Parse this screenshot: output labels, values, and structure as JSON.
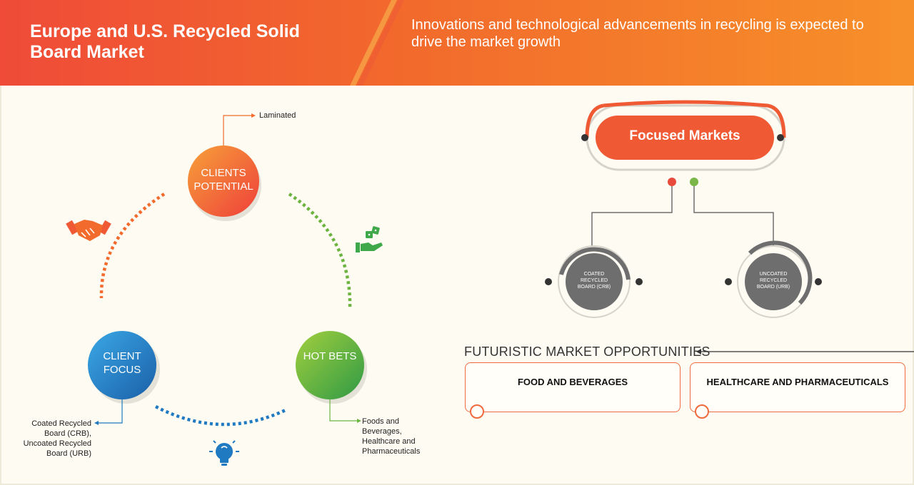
{
  "header": {
    "title": "Europe and U.S. Recycled Solid Board Market",
    "tagline": "Innovations and technological advancements in recycling is expected to drive the market growth"
  },
  "cycle": {
    "clients_potential": {
      "label": "CLIENTS POTENTIAL",
      "annotation": "Laminated"
    },
    "hot_bets": {
      "label": "HOT BETS",
      "annotation": "Foods and Beverages, Healthcare and Pharmaceuticals"
    },
    "client_focus": {
      "label": "CLIENT FOCUS",
      "annotation": "Coated Recycled Board (CRB), Uncoated Recycled Board (URB)"
    }
  },
  "icons": [
    "handshake-icon",
    "dice-hand-icon",
    "lightbulb-icon"
  ],
  "focused_markets": {
    "title": "Focused Markets",
    "items": [
      {
        "label": "COATED RECYCLED BOARD (CRB)",
        "dot_color": "#e84b3c"
      },
      {
        "label": "UNCOATED RECYCLED BOARD (URB)",
        "dot_color": "#7ab648"
      }
    ]
  },
  "opportunities": {
    "title": "FUTURISTIC MARKET OPPORTUNITIES",
    "items": [
      "FOOD AND BEVERAGES",
      "HEALTHCARE AND PHARMACEUTICALS"
    ]
  },
  "colors": {
    "orange": "#f26a2c",
    "red": "#ef4b38",
    "green": "#6db33f",
    "blue": "#1f7ac2",
    "gray": "#6e6e6e"
  }
}
